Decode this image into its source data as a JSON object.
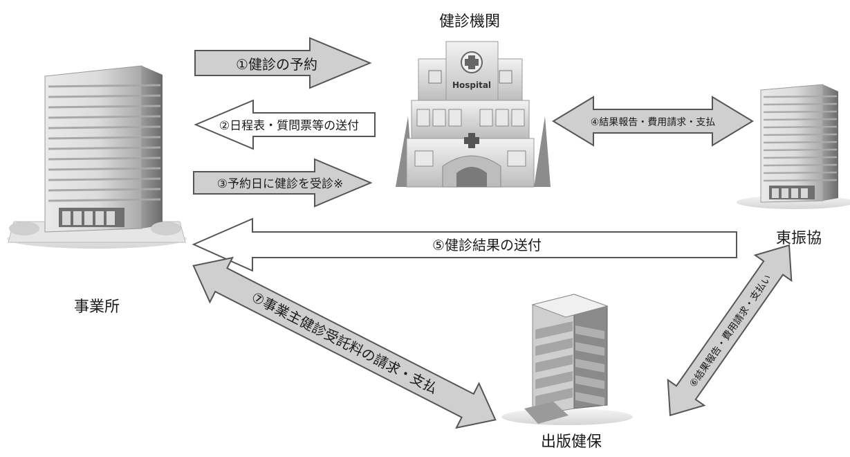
{
  "nodes": {
    "office": "事業所",
    "clinic": "健診機関",
    "association": "東振協",
    "insurer": "出版健保"
  },
  "hospital_sign": "Hospital",
  "steps": {
    "s1": "①健診の予約",
    "s2": "②日程表・質問票等の送付",
    "s3": "③予約日に健診を受診※",
    "s4": "④結果報告・費用請求・支払",
    "s5": "⑤健診結果の送付",
    "s6": "⑥結果報告・費用請求・支払い",
    "s7": "⑦事業主健診受託料の請求・支払"
  }
}
